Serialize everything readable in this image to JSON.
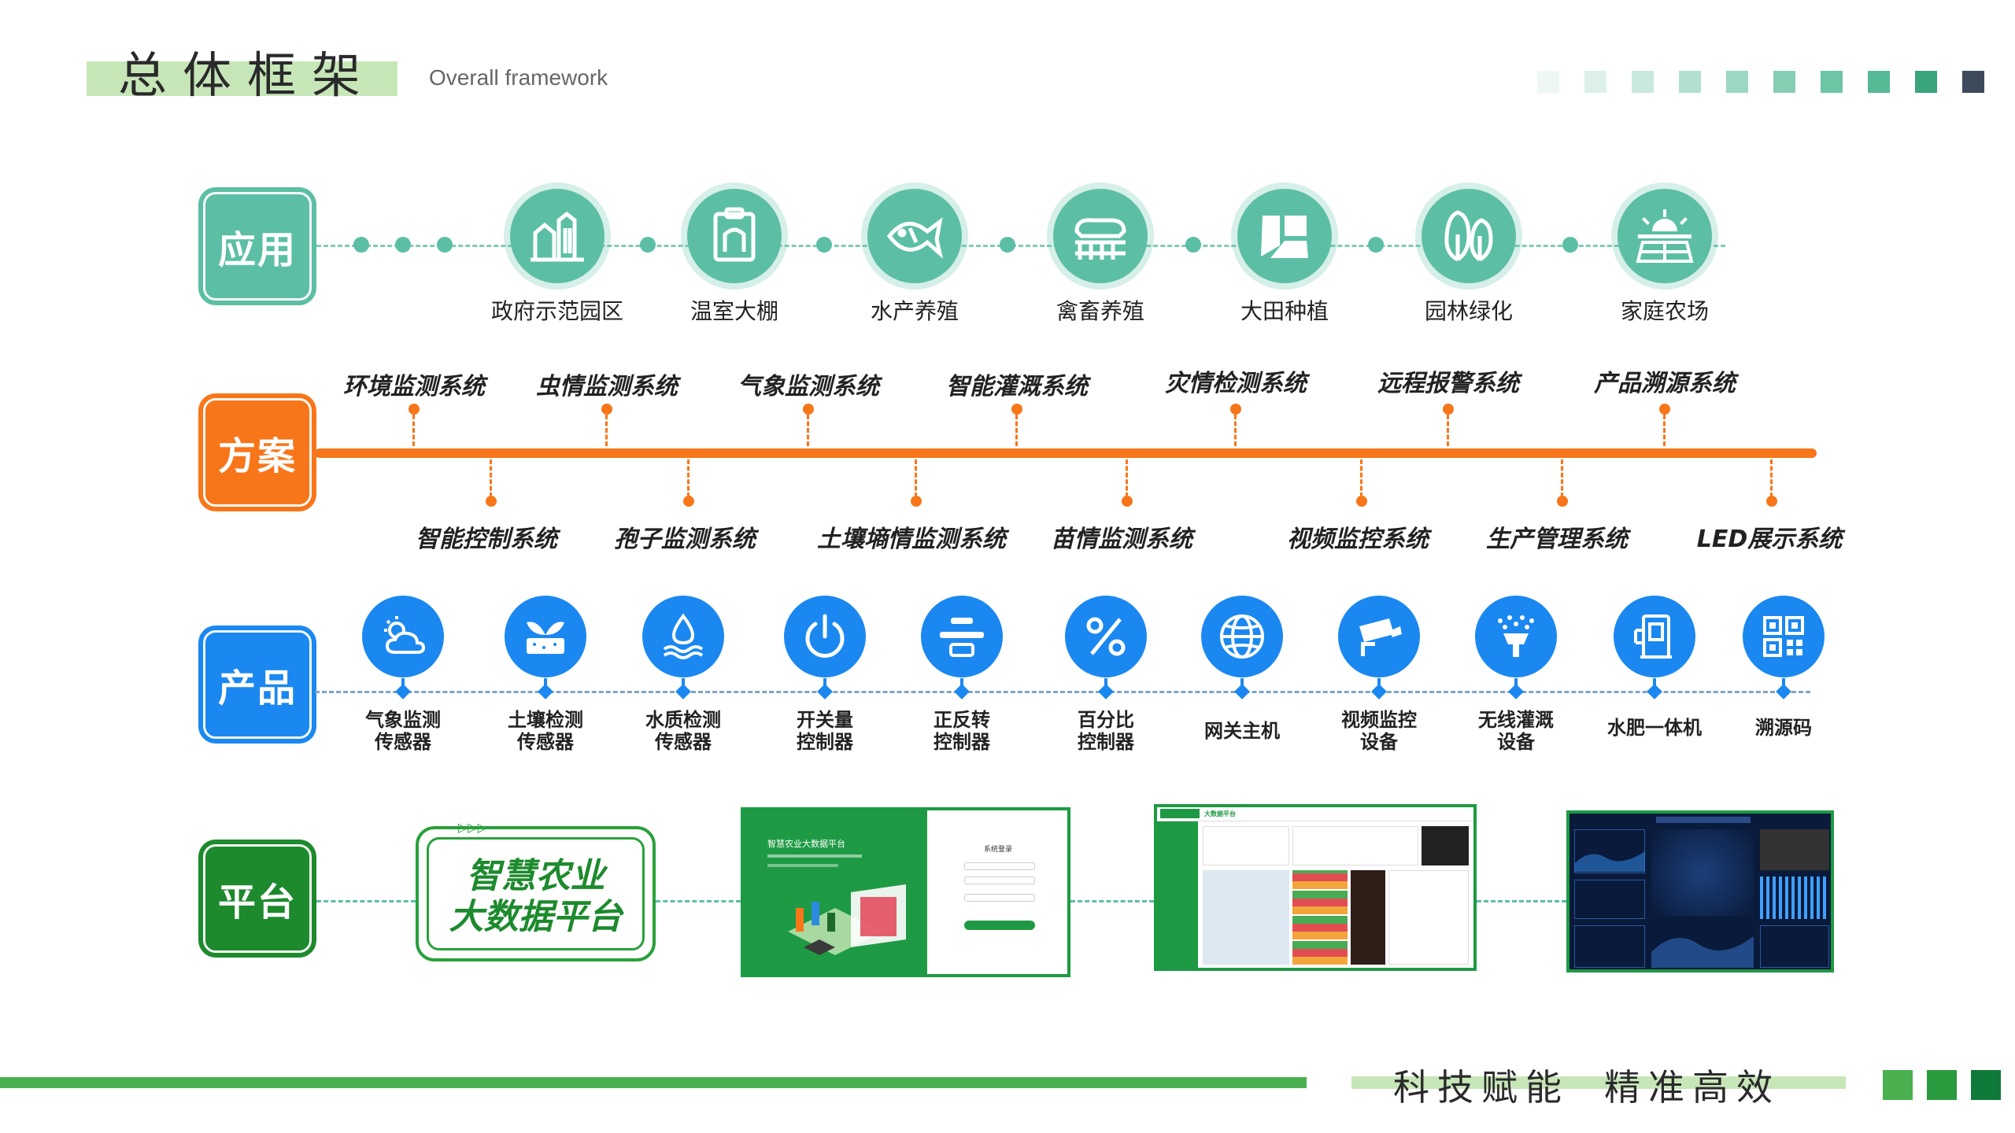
{
  "header": {
    "title_cn": "总体框架",
    "title_en": "Overall framework"
  },
  "colors": {
    "teal": "#5cbfa5",
    "orange": "#f7761a",
    "blue": "#1a88f0",
    "green": "#1d8a2d",
    "light_green": "#c7e6b8"
  },
  "rows": {
    "application": {
      "label": "应用"
    },
    "solution": {
      "label": "方案"
    },
    "product": {
      "label": "产品"
    },
    "platform": {
      "label": "平台"
    }
  },
  "applications": [
    {
      "label": "政府示范园区",
      "icon": "farm-buildings-icon"
    },
    {
      "label": "温室大棚",
      "icon": "greenhouse-icon"
    },
    {
      "label": "水产养殖",
      "icon": "fish-icon"
    },
    {
      "label": "禽畜养殖",
      "icon": "livestock-icon"
    },
    {
      "label": "大田种植",
      "icon": "field-icon"
    },
    {
      "label": "园林绿化",
      "icon": "trees-icon"
    },
    {
      "label": "家庭农场",
      "icon": "sun-farm-icon"
    }
  ],
  "solutions_top": [
    "环境监测系统",
    "虫情监测系统",
    "气象监测系统",
    "智能灌溉系统",
    "灾情检测系统",
    "远程报警系统",
    "产品溯源系统"
  ],
  "solutions_bottom": [
    "智能控制系统",
    "孢子监测系统",
    "土壤墒情监测系统",
    "苗情监测系统",
    "视频监控系统",
    "生产管理系统",
    "LED展示系统"
  ],
  "products": [
    {
      "line1": "气象监测",
      "line2": "传感器",
      "icon": "weather-icon"
    },
    {
      "line1": "土壤检测",
      "line2": "传感器",
      "icon": "soil-icon"
    },
    {
      "line1": "水质检测",
      "line2": "传感器",
      "icon": "water-drop-icon"
    },
    {
      "line1": "开关量",
      "line2": "控制器",
      "icon": "power-icon"
    },
    {
      "line1": "正反转",
      "line2": "控制器",
      "icon": "switch-icon"
    },
    {
      "line1": "百分比",
      "line2": "控制器",
      "icon": "percent-icon"
    },
    {
      "line1": "网关主机",
      "line2": "",
      "icon": "globe-icon"
    },
    {
      "line1": "视频监控",
      "line2": "设备",
      "icon": "camera-icon"
    },
    {
      "line1": "无线灌溉",
      "line2": "设备",
      "icon": "sprinkler-icon"
    },
    {
      "line1": "水肥一体机",
      "line2": "",
      "icon": "fertigation-icon"
    },
    {
      "line1": "溯源码",
      "line2": "",
      "icon": "qr-code-icon"
    }
  ],
  "platform": {
    "badge_line1": "智慧农业",
    "badge_line2": "大数据平台",
    "login_title": "智慧农业大数据平台",
    "login_form_title": "系统登录",
    "dashboard_title": "大数据平台"
  },
  "footer": {
    "slogan_1": "科技赋能",
    "slogan_2": "精准高效"
  }
}
